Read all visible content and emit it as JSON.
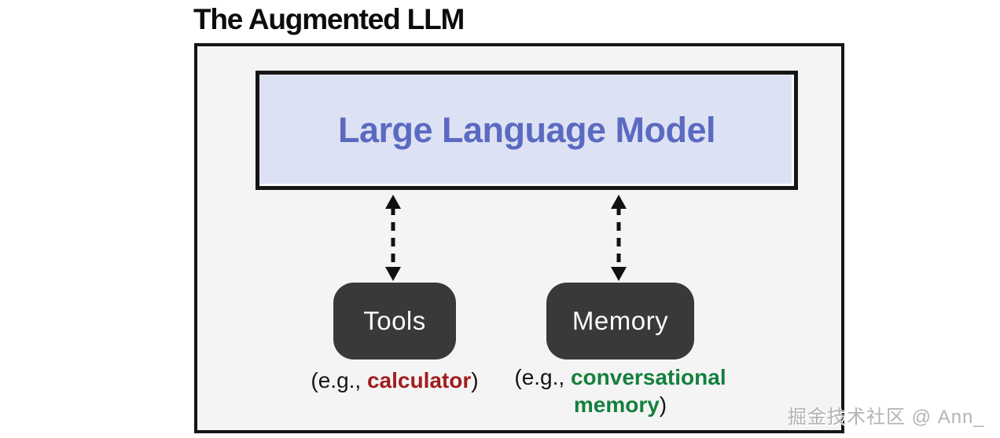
{
  "page": {
    "title": "The Augmented LLM"
  },
  "diagram": {
    "llm_box": {
      "label": "Large Language Model"
    },
    "nodes": [
      {
        "id": "tools",
        "label": "Tools",
        "caption": {
          "prefix": "(e.g., ",
          "highlight": "calculator",
          "suffix": ")"
        }
      },
      {
        "id": "memory",
        "label": "Memory",
        "caption": {
          "prefix": "(e.g., ",
          "highlight_line1": "conversational",
          "highlight_line2": "memory",
          "suffix": ")"
        }
      }
    ],
    "connectors": [
      {
        "id": "llm-tools",
        "style": "dashed-double-arrow"
      },
      {
        "id": "llm-memory",
        "style": "dashed-double-arrow"
      }
    ]
  },
  "watermark": {
    "text": "掘金技术社区 @ Ann_"
  },
  "colors": {
    "frame_fill": "#f4f4f5",
    "frame_border": "#151515",
    "llm_box_fill": "#dde1f4",
    "llm_text": "#5b6ac1",
    "node_fill": "#39393b",
    "node_text": "#fafafa",
    "highlight_red": "#a31d1d",
    "highlight_green": "#15803d",
    "watermark_gray": "#b7b3b0"
  }
}
